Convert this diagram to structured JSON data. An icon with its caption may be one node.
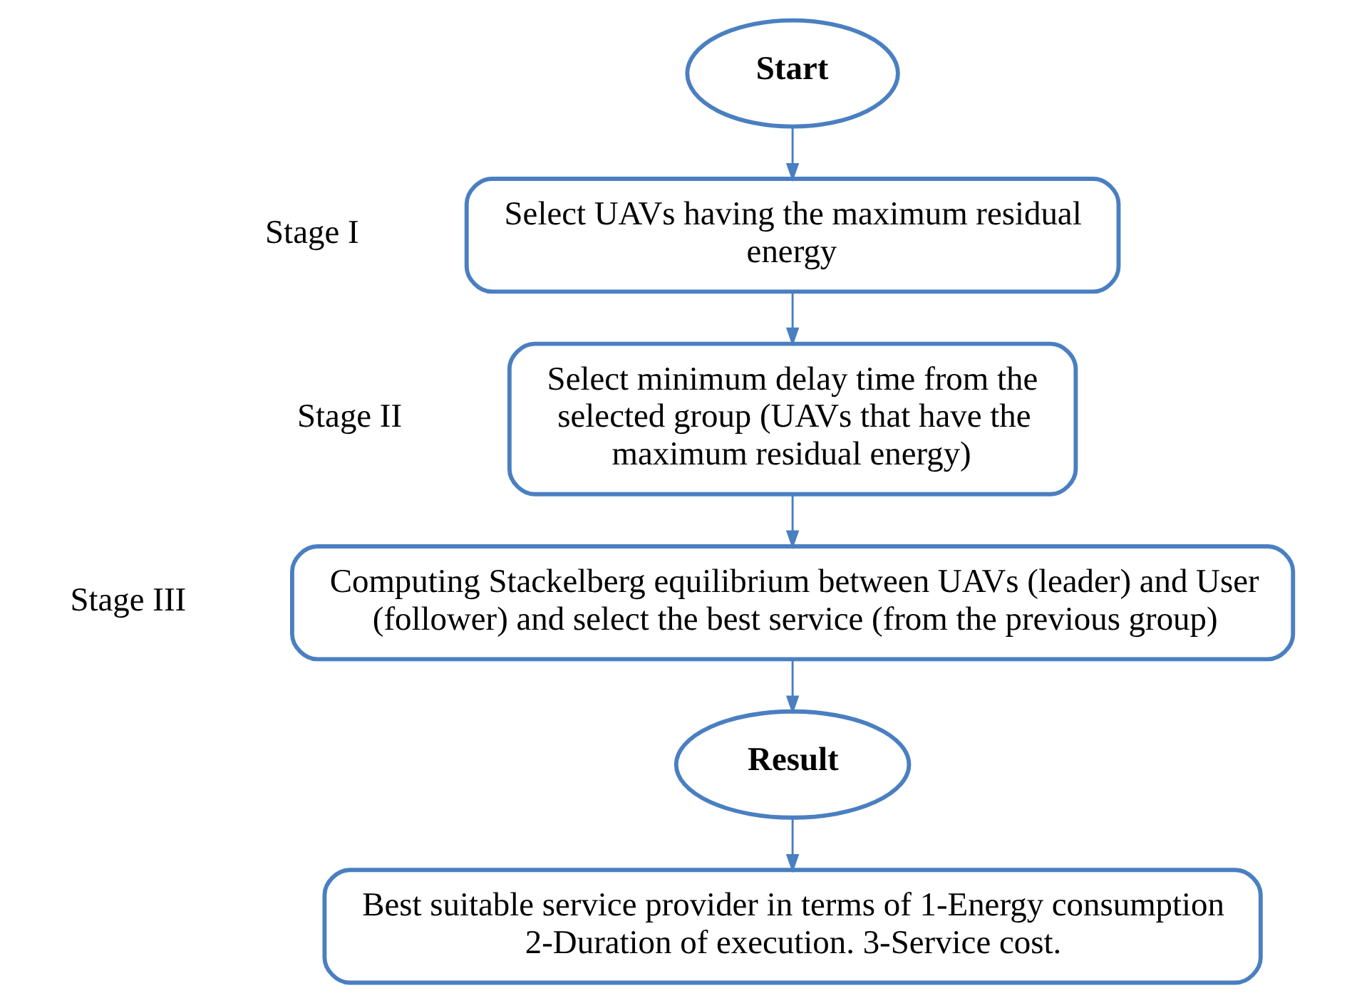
{
  "diagram": {
    "nodes": [
      {
        "text": [
          "Start"
        ]
      },
      {
        "text": [
          "Select UAVs having the maximum residual energy"
        ],
        "beside": [
          "Stage I"
        ]
      },
      {
        "text": [
          "Select minimum delay time from the selected group (UAVs that have the maximum residual energy)"
        ],
        "beside": [
          "Stage II"
        ]
      },
      {
        "text": [
          "Computing Stackelberg equilibrium between UAVs (leader) and User (follower) and select the best service (from the previous group)"
        ],
        "beside": [
          "Stage III"
        ]
      },
      {
        "text": [
          "Result"
        ]
      },
      {
        "text": [
          "Best suitable service provider in terms of 1-Energy consumption 2-Duration of execution. 3-Service cost."
        ]
      }
    ],
    "edges": [
      {
        "from": 0,
        "to": 1,
        "arrow": "to"
      },
      {
        "from": 1,
        "to": 2,
        "arrow": "to"
      },
      {
        "from": 2,
        "to": 3,
        "arrow": "to"
      },
      {
        "from": 3,
        "to": 4,
        "arrow": "to"
      },
      {
        "from": 4,
        "to": 5,
        "arrow": "to"
      }
    ]
  }
}
